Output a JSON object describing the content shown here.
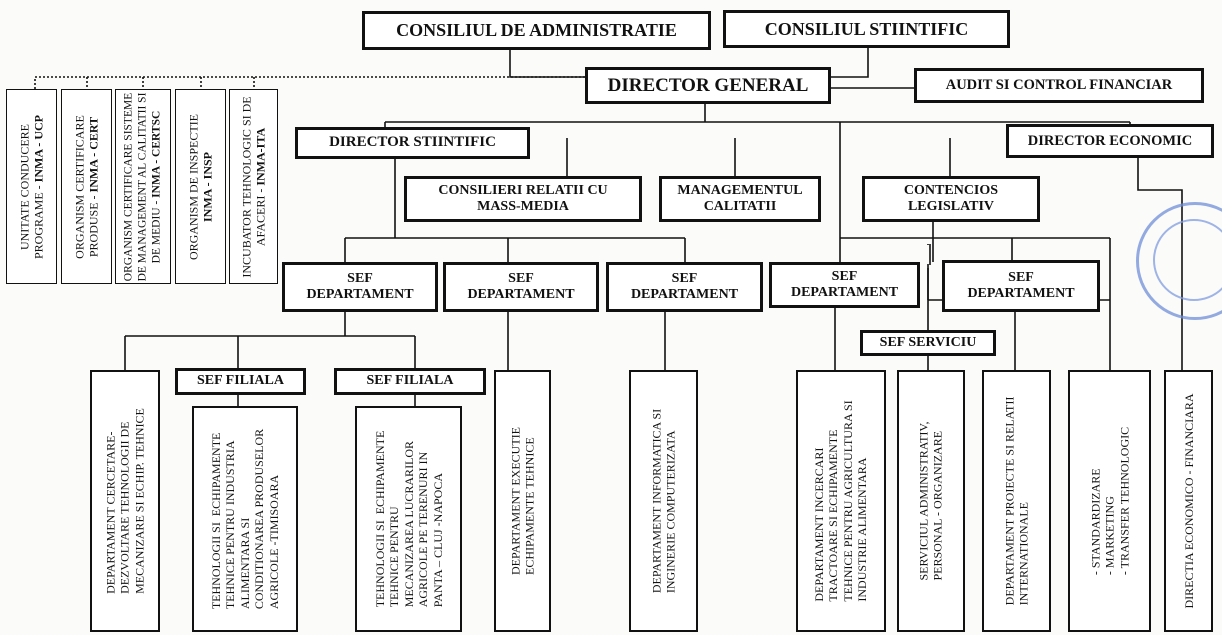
{
  "board": {
    "admin": "CONSILIUL DE ADMINISTRATIE",
    "scientific": "CONSILIUL STIINTIFIC",
    "general_director": "DIRECTOR GENERAL",
    "audit": "AUDIT SI CONTROL FINANCIAR"
  },
  "directors": {
    "scientific": "DIRECTOR STIINTIFIC",
    "economic": "DIRECTOR ECONOMIC"
  },
  "staff": {
    "media": "CONSILIERI RELATII CU MASS-MEDIA",
    "quality": "MANAGEMENTUL CALITATII",
    "legal": "CONTENCIOS LEGISLATIV"
  },
  "left_units": [
    {
      "text": "UNITATE CONDUCERE",
      "text2": "PROGRAME - ",
      "code": "INMA - UCP"
    },
    {
      "text": "ORGANISM CERTIFICARE",
      "text2": "PRODUSE - ",
      "code": "INMA - CERT"
    },
    {
      "text": "ORGANISM CERTIFICARE SISTEME",
      "text2": "DE MANAGEMENT AL CALITATII SI",
      "text3": "DE MEDIU - ",
      "code": "INMA - CERTSC"
    },
    {
      "text": "ORGANISM DE INSPECTIE",
      "code": "INMA - INSP"
    },
    {
      "text": "INCUBATOR TEHNOLOGIC SI DE",
      "text2": "AFACERI - ",
      "code": "INMA-ITA"
    }
  ],
  "dept_heads": [
    "SEF DEPARTAMENT",
    "SEF DEPARTAMENT",
    "SEF DEPARTAMENT",
    "SEF DEPARTAMENT",
    "SEF DEPARTAMENT"
  ],
  "branch_heads": [
    "SEF FILIALA",
    "SEF FILIALA"
  ],
  "service_head": "SEF SERVICIU",
  "bottom_units": [
    "DEPARTAMENT CERCETARE-\nDEZVOLTARE TEHNOLOGII DE\nMECANIZARE SI ECHIP. TEHNICE",
    "TEHNOLOGII SI  ECHIPAMENTE\nTEHNICE PENTRU INDUSTRIA\nALIMENTARA SI\nCONDITIONAREA PRODUSELOR\nAGRICOLE -TIMISOARA",
    "TEHNOLOGII SI  ECHIPAMENTE\nTEHNICE PENTRU\nMECANIZAREA LUCRARILOR\nAGRICOLE PE TERENURI IN\nPANTA – CLUJ -NAPOCA",
    "DEPARTAMENT EXECUTIE\nECHIPAMENTE TEHNICE",
    "DEPARTAMENT INFORMATICA SI\nINGINERIE COMPUTERIZATA",
    "DEPARTAMENT INCERCARI\nTRACTOARE SI ECHIPAMENTE\nTEHNICE PENTRU AGRICULTURA SI\nINDUSTRIE ALIMENTARA",
    "SERVICIUL ADMINISTRATIV,\nPERSONAL - ORGANIZARE",
    "DEPARTAMENT PROIECTE SI RELATII\nINTERNATIONALE",
    "- STANDARDIZARE\n- MARKETING\n- TRANSFER TEHNOLOGIC",
    "DIRECTIA ECONOMICO - FINANCIARA"
  ],
  "stamp_color": "#6f8fd8"
}
